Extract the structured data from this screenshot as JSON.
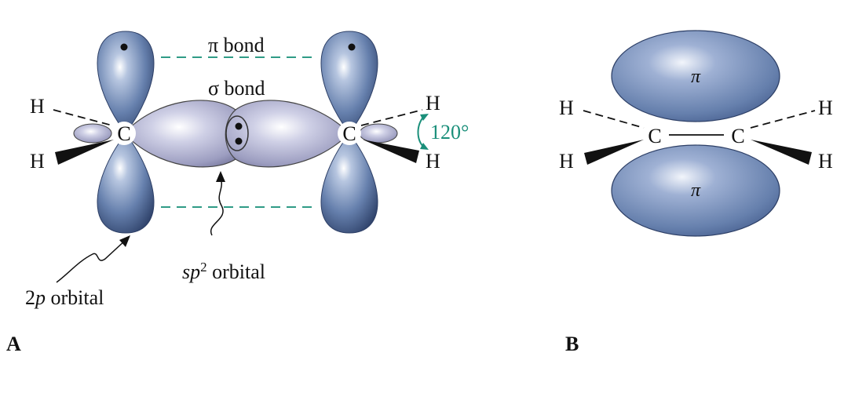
{
  "panel_a": {
    "label": "A",
    "pi_bond": "π bond",
    "sigma_bond": "σ bond",
    "angle": "120°",
    "sp2_prefix": "sp",
    "sp2_sup": "2",
    "sp2_suffix": " orbital",
    "p_prefix": "2",
    "p_italic": "p",
    "p_suffix": " orbital",
    "carbon": "C",
    "hydrogen": "H"
  },
  "panel_b": {
    "label": "B",
    "pi_top": "π",
    "pi_bottom": "π",
    "carbon": "C",
    "hydrogen": "H"
  },
  "colors": {
    "p_orbital": "#5f7aa8",
    "sp2_orbital": "#a9aac8",
    "pi_cloud": "#6a84b2",
    "dashed_guide": "#2f9b86"
  }
}
